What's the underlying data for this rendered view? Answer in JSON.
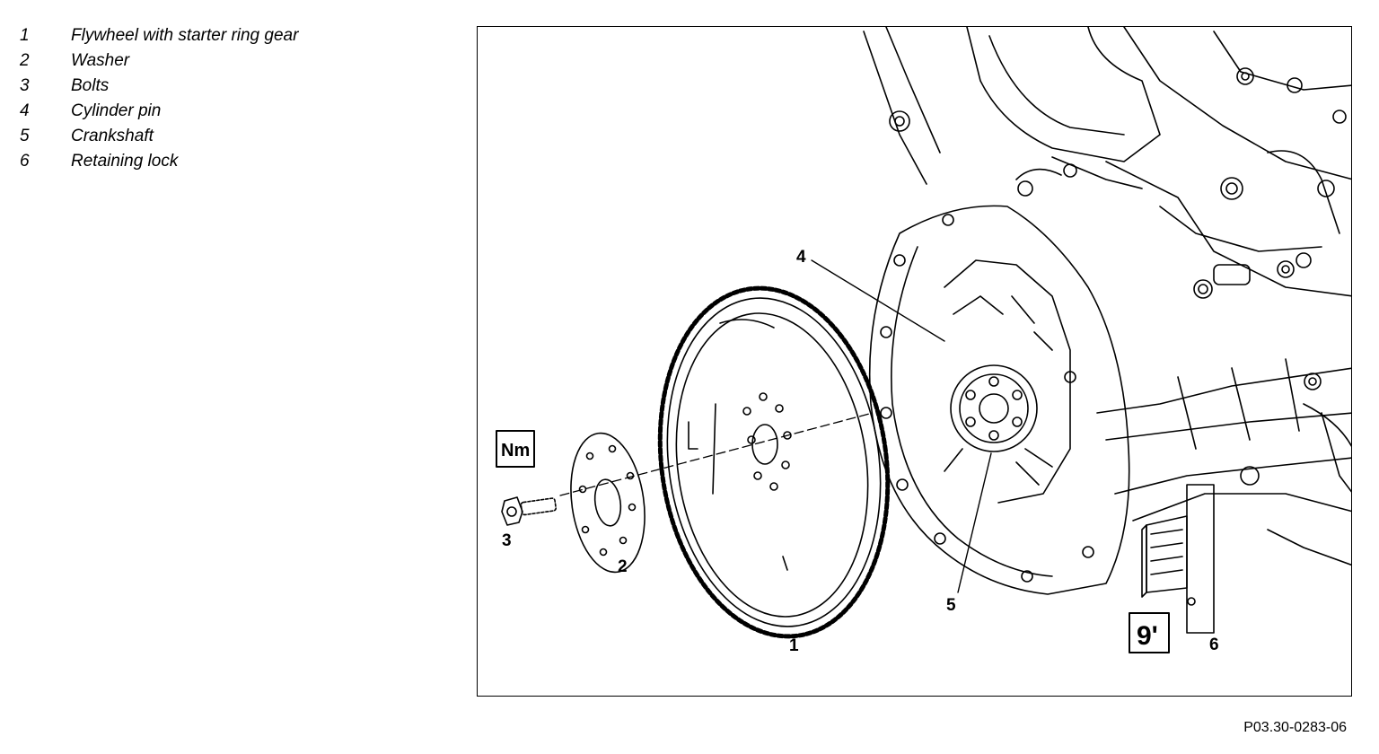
{
  "legend": {
    "items": [
      {
        "num": "1",
        "label": "Flywheel with starter ring gear"
      },
      {
        "num": "2",
        "label": "Washer"
      },
      {
        "num": "3",
        "label": "Bolts"
      },
      {
        "num": "4",
        "label": "Cylinder pin"
      },
      {
        "num": "5",
        "label": "Crankshaft"
      },
      {
        "num": "6",
        "label": "Retaining lock"
      }
    ]
  },
  "figure": {
    "callouts": {
      "c1": "1",
      "c2": "2",
      "c3": "3",
      "c4": "4",
      "c5": "5",
      "c6": "6"
    },
    "torque_symbol": "Nm",
    "tool_symbol": "9'",
    "code": "P03.30-0283-06"
  }
}
